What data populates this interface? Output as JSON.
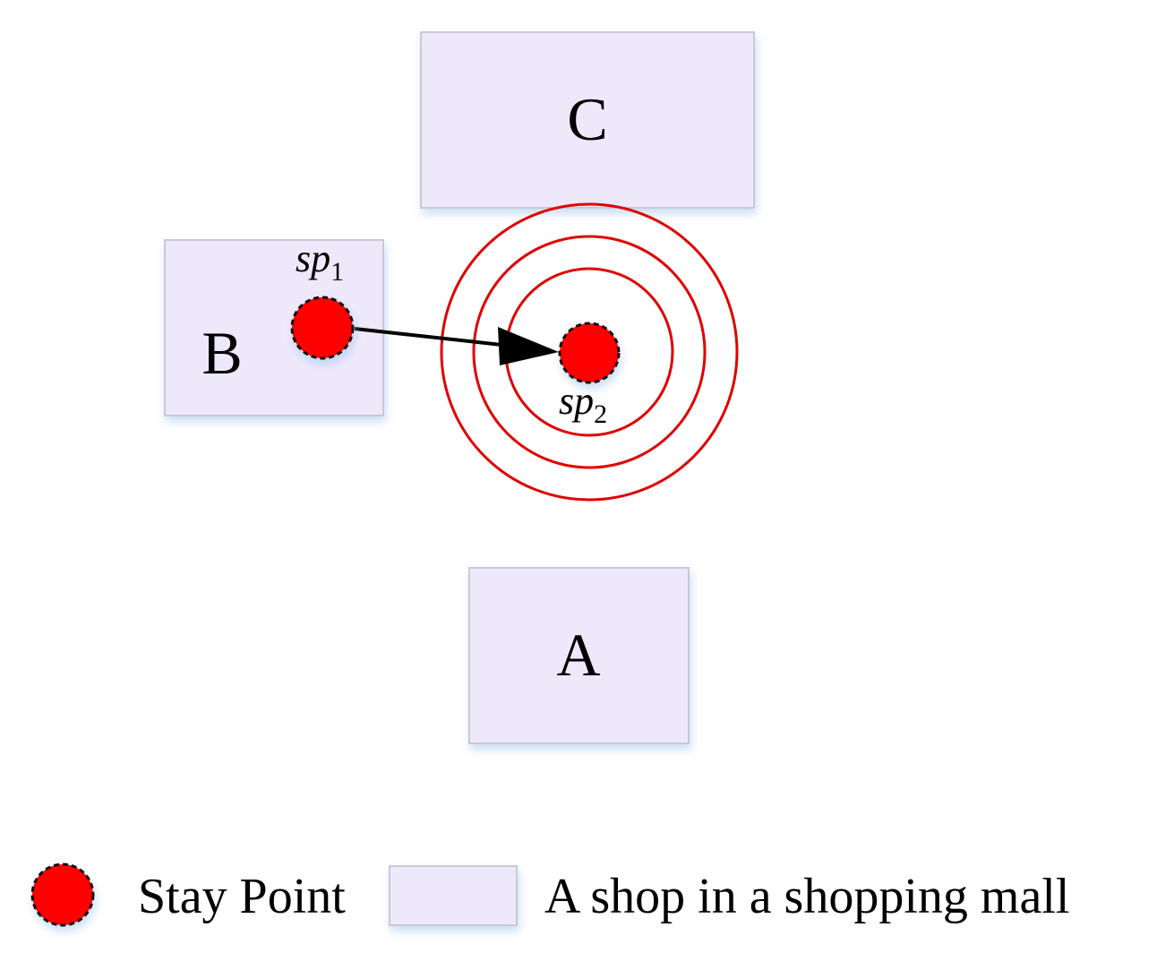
{
  "shops": {
    "c": {
      "label": "C"
    },
    "b": {
      "label": "B"
    },
    "a": {
      "label": "A"
    }
  },
  "stay_points": {
    "sp1": {
      "base": "sp",
      "sub": "1"
    },
    "sp2": {
      "base": "sp",
      "sub": "2"
    }
  },
  "colors": {
    "stay_point": "#ff0000",
    "ring": "#e00000",
    "shop_fill": "#eee8fb"
  },
  "legend": {
    "stay_point_label": "Stay Point",
    "shop_label": "A shop in a shopping mall"
  }
}
